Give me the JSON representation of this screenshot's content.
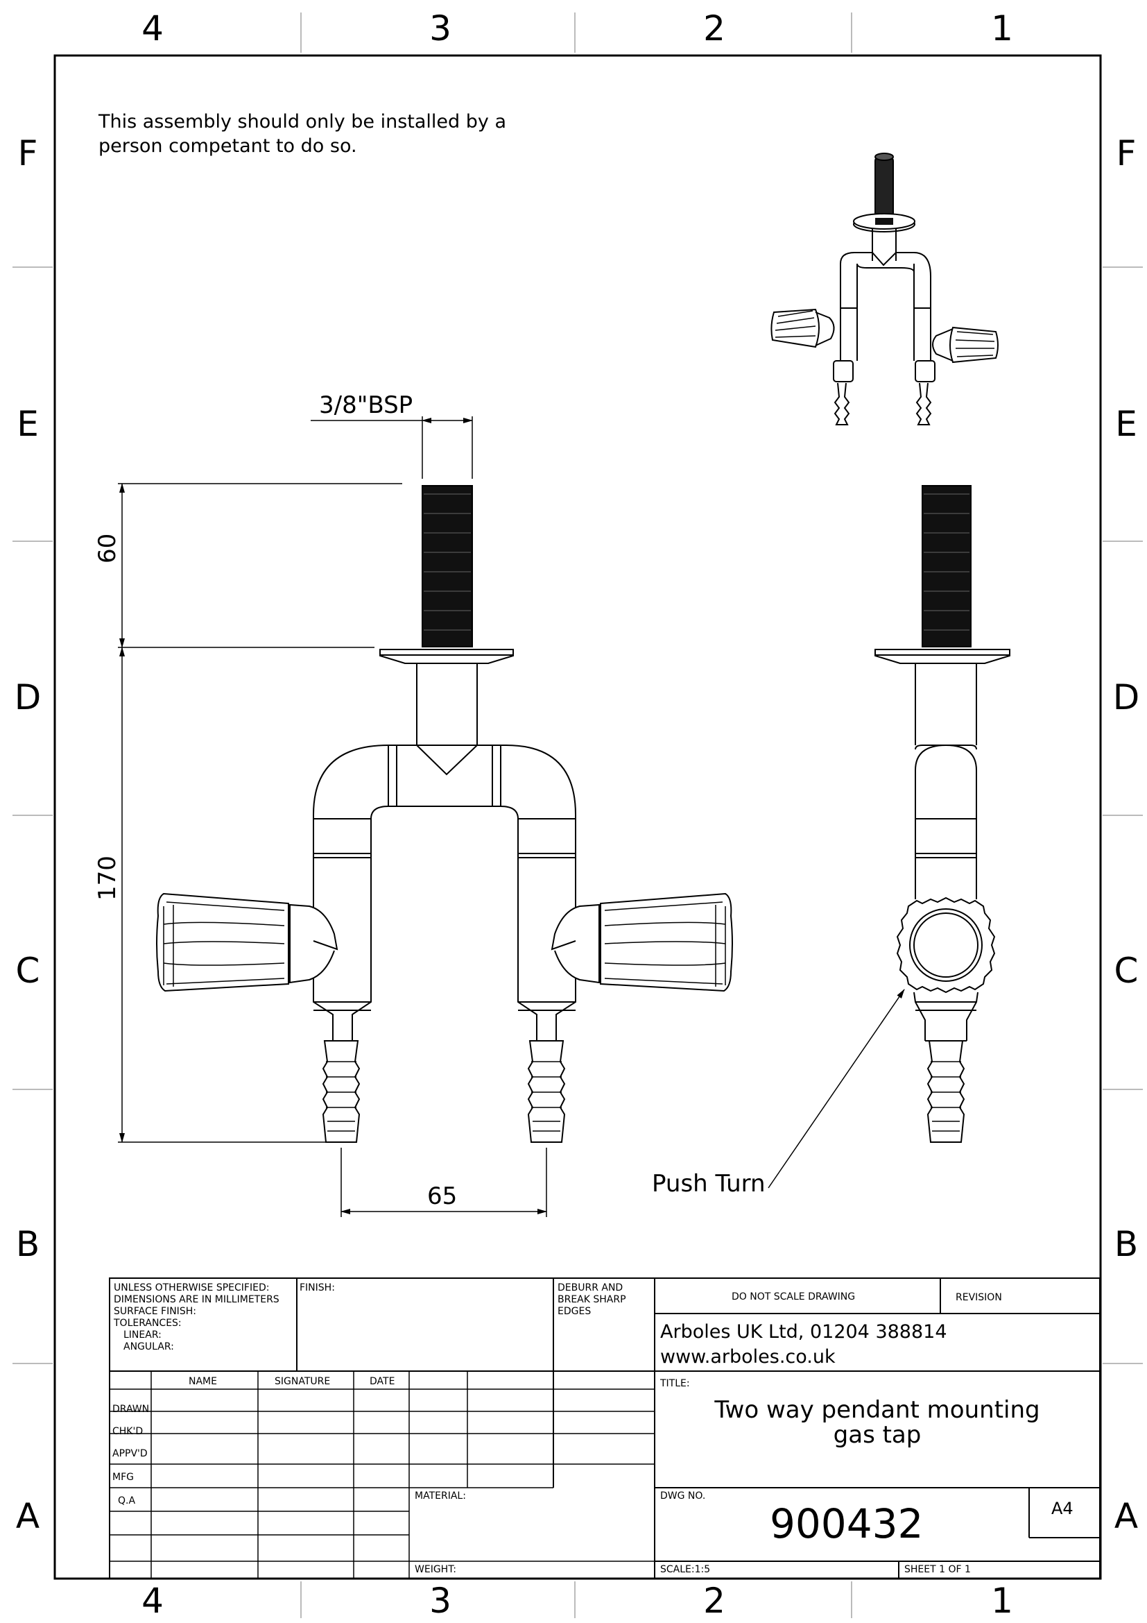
{
  "zones": {
    "columns": [
      "4",
      "3",
      "2",
      "1"
    ],
    "rows": [
      "F",
      "E",
      "D",
      "C",
      "B",
      "A"
    ]
  },
  "note": "This assembly should only be installed by a person competant to do so.",
  "dimensions": {
    "thread": "3/8\"BSP",
    "height_upper": "60",
    "height_lower": "170",
    "spacing": "65"
  },
  "callout": "Push Turn",
  "title_block": {
    "general_notes": [
      "UNLESS OTHERWISE SPECIFIED:",
      "DIMENSIONS ARE IN MILLIMETERS",
      "SURFACE FINISH:",
      "TOLERANCES:",
      "LINEAR:",
      "ANGULAR:"
    ],
    "finish_label": "FINISH:",
    "deburr": [
      "DEBURR AND",
      "BREAK SHARP",
      "EDGES"
    ],
    "do_not_scale": "DO NOT SCALE DRAWING",
    "revision_label": "REVISION",
    "company_line1": "Arboles UK Ltd, 01204 388814",
    "company_line2": "www.arboles.co.uk",
    "col_headers": [
      "NAME",
      "SIGNATURE",
      "DATE"
    ],
    "roles": [
      "DRAWN",
      "CHK'D",
      "APPV'D",
      "MFG",
      "Q.A"
    ],
    "title_label": "TITLE:",
    "title_line1": "Two way pendant mounting",
    "title_line2": "gas tap",
    "material_label": "MATERIAL:",
    "weight_label": "WEIGHT:",
    "dwg_no_label": "DWG NO.",
    "dwg_no": "900432",
    "sheet_size": "A4",
    "scale": "SCALE:1:5",
    "sheet": "SHEET 1 OF 1"
  }
}
